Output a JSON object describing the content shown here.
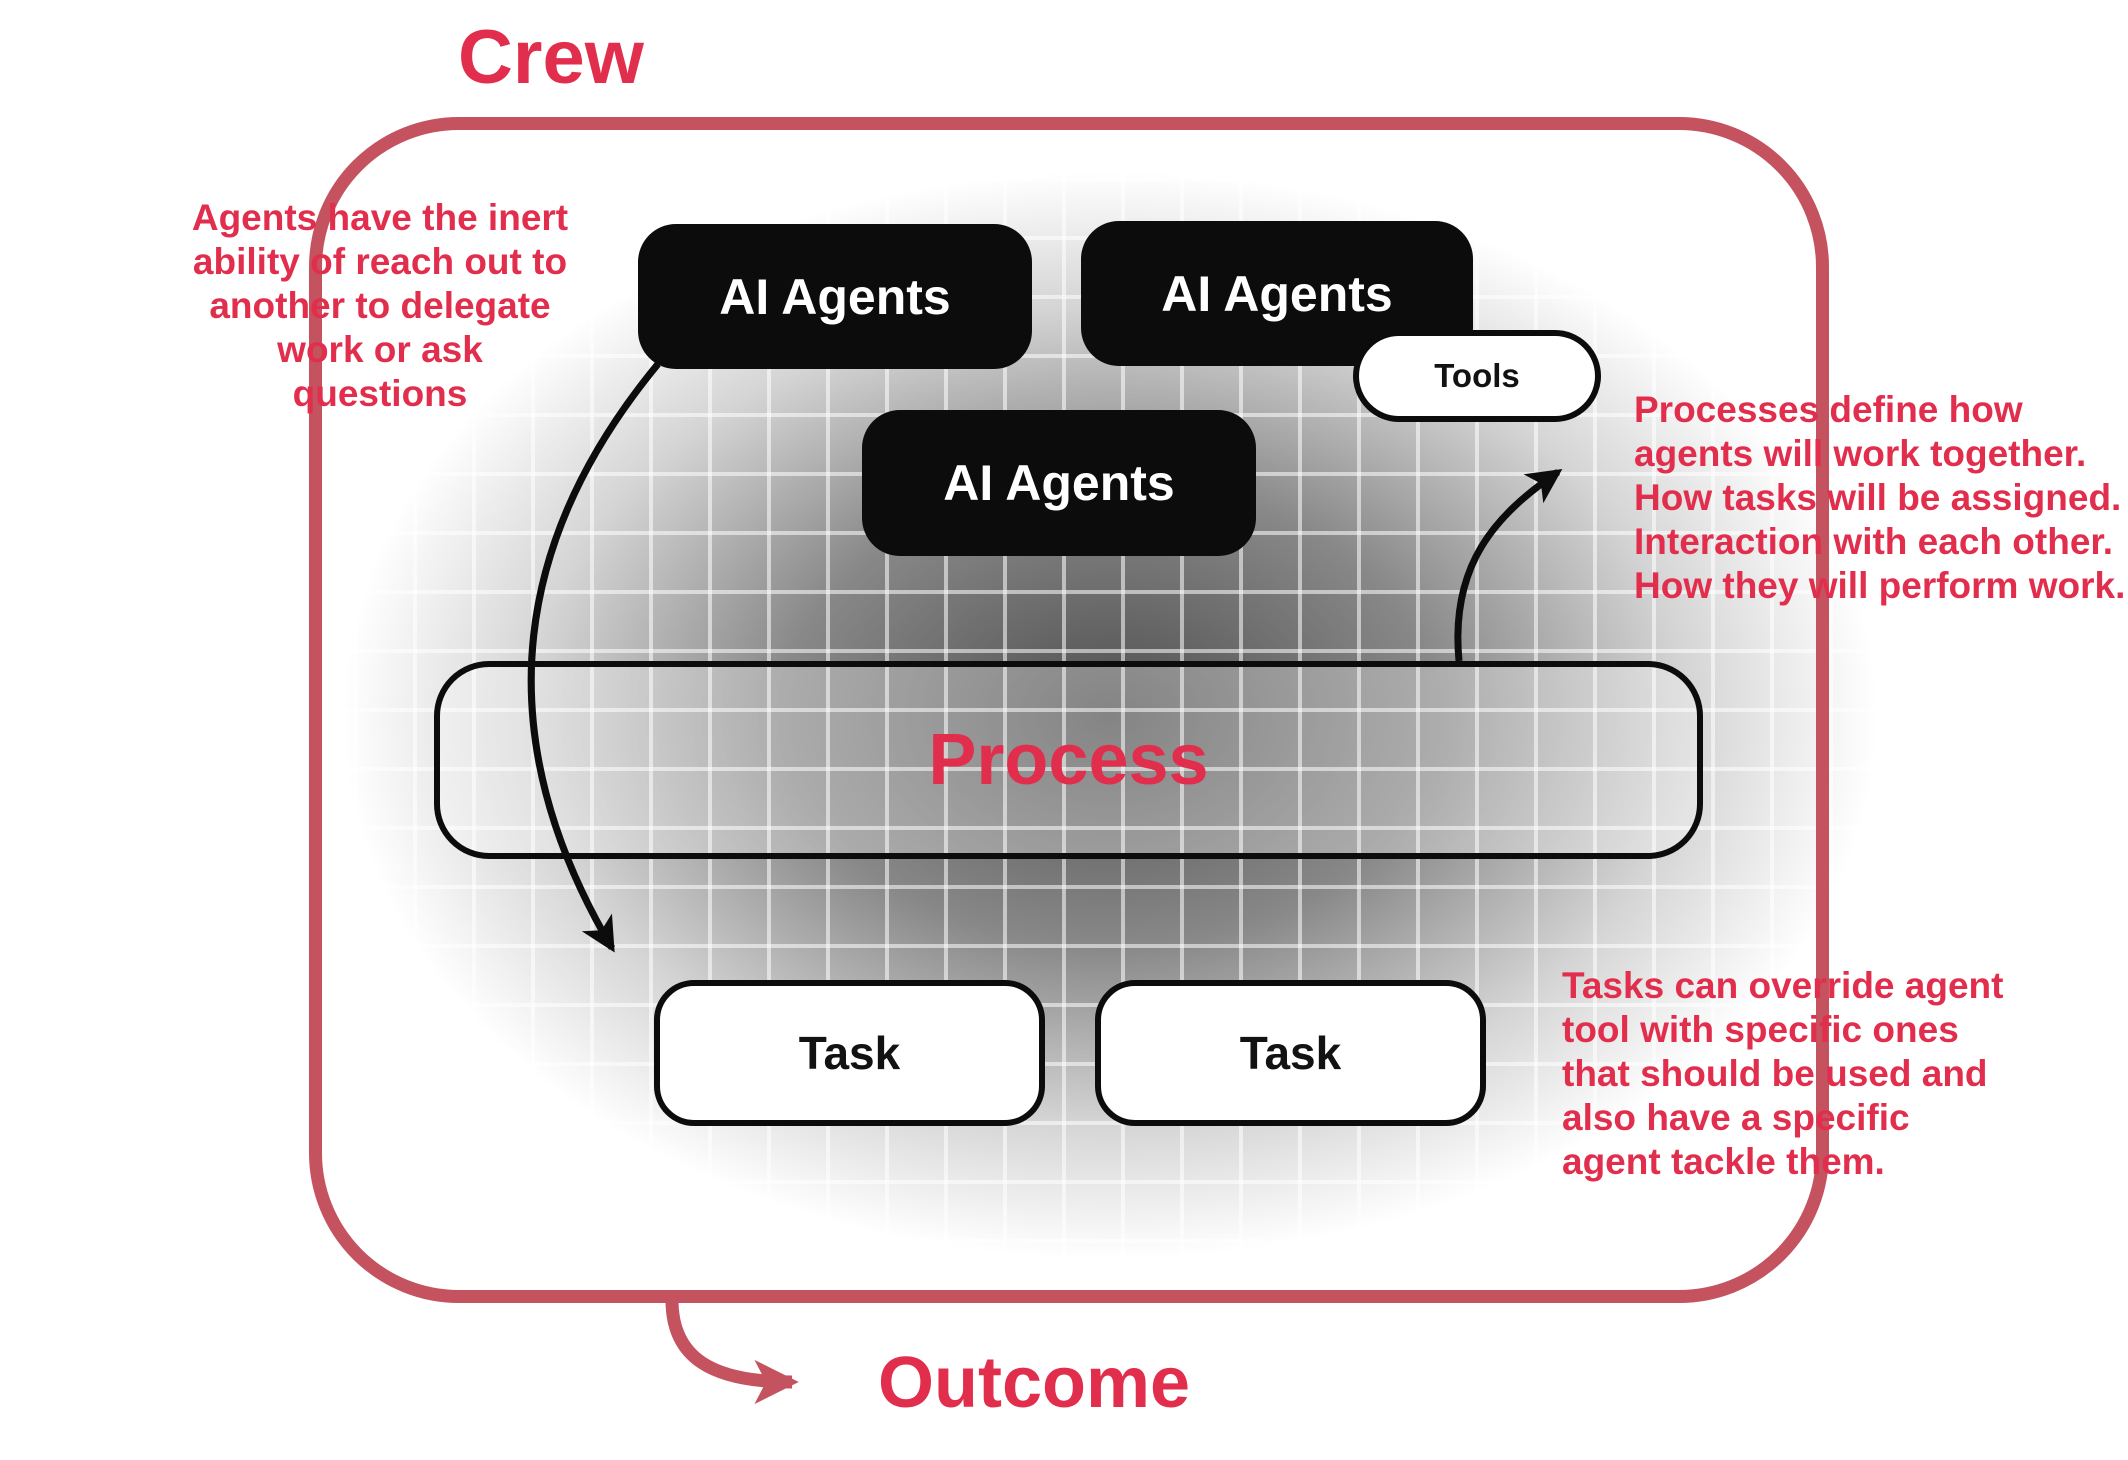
{
  "colors": {
    "accent_text": "#e22e4d",
    "border_red": "#c4525f",
    "box_black": "#0c0c0c",
    "grid_line": "#bfbfbf"
  },
  "crew": {
    "title": "Crew"
  },
  "agents": {
    "agent1_label": "AI Agents",
    "agent2_label": "AI Agents",
    "agent3_label": "AI Agents"
  },
  "tools": {
    "label": "Tools"
  },
  "process": {
    "label": "Process"
  },
  "tasks": {
    "task1_label": "Task",
    "task2_label": "Task"
  },
  "outcome": {
    "label": "Outcome"
  },
  "annotations": {
    "delegation_note": [
      "Agents have the inert",
      "ability of reach out to",
      "another to delegate",
      "work or ask questions"
    ],
    "process_note": [
      "Processes define how",
      "agents will work together.",
      "How tasks will be assigned.",
      "Interaction with each other.",
      "How they will perform work."
    ],
    "tasks_note": [
      "Tasks can override agent",
      "tool with specific ones",
      "that should be used and",
      "also have a specific",
      "agent tackle them."
    ]
  }
}
